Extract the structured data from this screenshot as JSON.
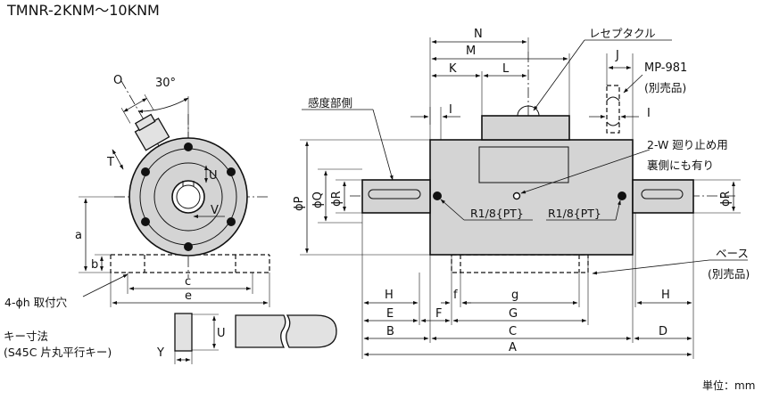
{
  "title": "TMNR-2KNM～10KNM",
  "unit_label": "単位：mm",
  "front_view": {
    "dims": {
      "O": "O",
      "angle": "30°",
      "T": "T",
      "U": "U",
      "V": "V",
      "a": "a",
      "b": "b",
      "c": "c",
      "e": "e"
    },
    "mount_holes_label": "4-ϕh 取付穴"
  },
  "key_section": {
    "label_line1": "キー寸法",
    "label_line2": "(S45C 片丸平行キー)",
    "U": "U",
    "Y": "Y"
  },
  "side_view": {
    "receptacle_label": "レセプタクル",
    "sensing_side_label": "感度部側",
    "mp981_label": "MP-981",
    "mp981_sub": "(別売品)",
    "screw_label_line1": "2-W 廻り止め用",
    "screw_label_line2": "裏側にも有り",
    "port_left": "R1/8{PT}",
    "port_right": "R1/8{PT}",
    "base_label": "ベース",
    "base_sub": "(別売品)",
    "dims": {
      "N": "N",
      "M": "M",
      "K": "K",
      "L": "L",
      "J": "J",
      "I_left": "I",
      "I_right": "I",
      "phiP": "ϕP",
      "phiQ": "ϕQ",
      "phiR_left": "ϕR",
      "phiR_right": "ϕR",
      "H_left": "H",
      "H_right": "H",
      "E": "E",
      "B": "B",
      "f": "f",
      "g": "g",
      "F": "F",
      "G": "G",
      "C": "C",
      "D": "D",
      "A": "A"
    }
  }
}
